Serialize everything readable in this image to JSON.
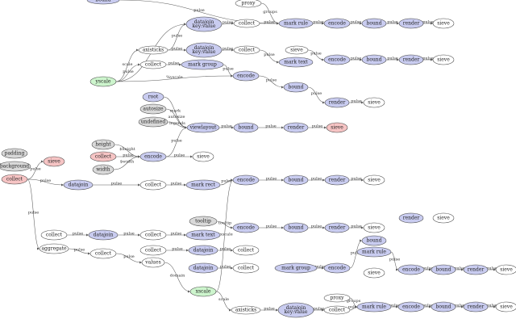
{
  "colors": {
    "background": "#ffffff",
    "edge": "#5a5a5a",
    "blue": "#c9ccf0",
    "gray": "#d9d9d9",
    "green": "#cdf5cd",
    "red": "#f6c4c4",
    "white": "#ffffff"
  },
  "nodes": [
    {
      "id": "n_top_bound",
      "label": "bound",
      "style": "blue"
    },
    {
      "id": "n_proxy_top",
      "label": "proxy",
      "style": "white"
    },
    {
      "id": "n_dataj_a",
      "label": "datajoin\nkey:value",
      "style": "blue"
    },
    {
      "id": "n_collect_a",
      "label": "collect",
      "style": "white"
    },
    {
      "id": "n_markrule_a",
      "label": "mark rule",
      "style": "blue"
    },
    {
      "id": "n_encode_a",
      "label": "encode",
      "style": "blue"
    },
    {
      "id": "n_bound_a",
      "label": "bound",
      "style": "blue"
    },
    {
      "id": "n_render_a",
      "label": "render",
      "style": "blue"
    },
    {
      "id": "n_sieve_a",
      "label": "sieve",
      "style": "white"
    },
    {
      "id": "n_axisticks_a",
      "label": "axisticks",
      "style": "white"
    },
    {
      "id": "n_dataj_b",
      "label": "datajoin\nkey:value",
      "style": "blue"
    },
    {
      "id": "n_collect_b",
      "label": "collect",
      "style": "white"
    },
    {
      "id": "n_sieve_b",
      "label": "sieve",
      "style": "white"
    },
    {
      "id": "n_encode_b",
      "label": "encode",
      "style": "blue"
    },
    {
      "id": "n_bound_b",
      "label": "bound",
      "style": "blue"
    },
    {
      "id": "n_render_b",
      "label": "render",
      "style": "blue"
    },
    {
      "id": "n_sieve_c",
      "label": "sieve",
      "style": "white"
    },
    {
      "id": "n_collect_c",
      "label": "collect",
      "style": "white"
    },
    {
      "id": "n_markgroup_a",
      "label": "mark group",
      "style": "blue"
    },
    {
      "id": "n_marktext_a",
      "label": "mark text",
      "style": "blue"
    },
    {
      "id": "n_yscale",
      "label": "yscale",
      "style": "green"
    },
    {
      "id": "n_encode_c",
      "label": "encode",
      "style": "blue"
    },
    {
      "id": "n_bound_c",
      "label": "bound",
      "style": "blue"
    },
    {
      "id": "n_render_c",
      "label": "render",
      "style": "blue"
    },
    {
      "id": "n_sieve_d",
      "label": "sieve",
      "style": "white"
    },
    {
      "id": "n_root",
      "label": "root",
      "style": "blue"
    },
    {
      "id": "n_autosize",
      "label": "autosize",
      "style": "gray"
    },
    {
      "id": "n_undefined",
      "label": "undefined",
      "style": "gray"
    },
    {
      "id": "n_viewlayout",
      "label": "viewlayout",
      "style": "blue"
    },
    {
      "id": "n_bound_d",
      "label": "bound",
      "style": "blue"
    },
    {
      "id": "n_render_d",
      "label": "render",
      "style": "blue"
    },
    {
      "id": "n_sieve_red1",
      "label": "sieve",
      "style": "red"
    },
    {
      "id": "n_padding",
      "label": "padding",
      "style": "gray"
    },
    {
      "id": "n_background",
      "label": "background",
      "style": "gray"
    },
    {
      "id": "n_sieve_red2",
      "label": "sieve",
      "style": "red"
    },
    {
      "id": "n_height",
      "label": "height",
      "style": "gray"
    },
    {
      "id": "n_collect_red",
      "label": "collect",
      "style": "red"
    },
    {
      "id": "n_collect_red_main",
      "label": "collect",
      "style": "red"
    },
    {
      "id": "n_width",
      "label": "width",
      "style": "gray"
    },
    {
      "id": "n_encode_d",
      "label": "encode",
      "style": "blue"
    },
    {
      "id": "n_sieve_e",
      "label": "sieve",
      "style": "white"
    },
    {
      "id": "n_datajoin_c",
      "label": "datajoin",
      "style": "blue"
    },
    {
      "id": "n_collect_d",
      "label": "collect",
      "style": "white"
    },
    {
      "id": "n_markrect",
      "label": "mark rect",
      "style": "blue"
    },
    {
      "id": "n_encode_e",
      "label": "encode",
      "style": "blue"
    },
    {
      "id": "n_bound_e",
      "label": "bound",
      "style": "blue"
    },
    {
      "id": "n_render_e",
      "label": "render",
      "style": "blue"
    },
    {
      "id": "n_sieve_f",
      "label": "sieve",
      "style": "white"
    },
    {
      "id": "n_render_f",
      "label": "render",
      "style": "blue"
    },
    {
      "id": "n_sieve_g",
      "label": "sieve",
      "style": "white"
    },
    {
      "id": "n_tooltip",
      "label": "tooltip",
      "style": "gray"
    },
    {
      "id": "n_encode_f",
      "label": "encode",
      "style": "blue"
    },
    {
      "id": "n_bound_f",
      "label": "bound",
      "style": "blue"
    },
    {
      "id": "n_render_g",
      "label": "render",
      "style": "blue"
    },
    {
      "id": "n_sieve_h",
      "label": "sieve",
      "style": "white"
    },
    {
      "id": "n_collect_e",
      "label": "collect",
      "style": "white"
    },
    {
      "id": "n_datajoin_d",
      "label": "datajoin",
      "style": "blue"
    },
    {
      "id": "n_collect_f",
      "label": "collect",
      "style": "white"
    },
    {
      "id": "n_marktext_b",
      "label": "mark text",
      "style": "blue"
    },
    {
      "id": "n_aggregate",
      "label": "aggregate",
      "style": "white"
    },
    {
      "id": "n_collect_g",
      "label": "collect",
      "style": "white"
    },
    {
      "id": "n_collect_h",
      "label": "collect",
      "style": "white"
    },
    {
      "id": "n_datajoin_e",
      "label": "datajoin",
      "style": "blue"
    },
    {
      "id": "n_collect_i",
      "label": "collect",
      "style": "white"
    },
    {
      "id": "n_values",
      "label": "values",
      "style": "white"
    },
    {
      "id": "n_datajoin_f",
      "label": "datajoin",
      "style": "blue"
    },
    {
      "id": "n_collect_j",
      "label": "collect",
      "style": "white"
    },
    {
      "id": "n_collect_k",
      "label": "collect",
      "style": "white"
    },
    {
      "id": "n_markgroup_b",
      "label": "mark group",
      "style": "blue"
    },
    {
      "id": "n_encode_g",
      "label": "encode",
      "style": "blue"
    },
    {
      "id": "n_bound_g",
      "label": "bound",
      "style": "blue"
    },
    {
      "id": "n_markrule_b",
      "label": "mark rule",
      "style": "blue"
    },
    {
      "id": "n_encode_h",
      "label": "encode",
      "style": "blue"
    },
    {
      "id": "n_bound_h",
      "label": "bound",
      "style": "blue"
    },
    {
      "id": "n_render_h",
      "label": "render",
      "style": "blue"
    },
    {
      "id": "n_sieve_i",
      "label": "sieve",
      "style": "white"
    },
    {
      "id": "n_render_i",
      "label": "render",
      "style": "blue"
    },
    {
      "id": "n_sieve_j",
      "label": "sieve",
      "style": "white"
    },
    {
      "id": "n_sieve_k",
      "label": "sieve",
      "style": "white"
    },
    {
      "id": "n_xscale",
      "label": "xscale",
      "style": "green"
    },
    {
      "id": "n_axisticks_b",
      "label": "axisticks",
      "style": "white"
    },
    {
      "id": "n_dataj_g",
      "label": "datajoin\nkey:value",
      "style": "blue"
    },
    {
      "id": "n_collect_l",
      "label": "collect",
      "style": "white"
    },
    {
      "id": "n_proxy_b",
      "label": "proxy",
      "style": "white"
    },
    {
      "id": "n_markrule_c",
      "label": "mark rule",
      "style": "blue"
    },
    {
      "id": "n_encode_i",
      "label": "encode",
      "style": "blue"
    },
    {
      "id": "n_bound_i",
      "label": "bound",
      "style": "blue"
    },
    {
      "id": "n_render_j",
      "label": "render",
      "style": "blue"
    },
    {
      "id": "n_sieve_l",
      "label": "sieve",
      "style": "white"
    }
  ],
  "edges": [
    {
      "from": "n_proxy_top",
      "to": "n_markrule_a",
      "label": "groups"
    },
    {
      "from": "n_collect_a",
      "to": "n_markrule_a",
      "label": "pulse"
    },
    {
      "from": "n_dataj_a",
      "to": "n_collect_a",
      "label": "pulse"
    },
    {
      "from": "n_markrule_a",
      "to": "n_encode_a",
      "label": "pulse"
    },
    {
      "from": "n_encode_a",
      "to": "n_bound_a",
      "label": "pulse"
    },
    {
      "from": "n_bound_a",
      "to": "n_render_a",
      "label": "pulse"
    },
    {
      "from": "n_render_a",
      "to": "n_sieve_a",
      "label": "pulse"
    },
    {
      "from": "n_axisticks_a",
      "to": "n_dataj_a",
      "label": "pulse"
    },
    {
      "from": "n_axisticks_a",
      "to": "n_dataj_b",
      "label": "pulse"
    },
    {
      "from": "n_dataj_b",
      "to": "n_collect_b",
      "label": "pulse"
    },
    {
      "from": "n_collect_b",
      "to": "n_marktext_a",
      "label": "pulse"
    },
    {
      "from": "n_sieve_b",
      "to": "n_encode_b",
      "label": "pulse"
    },
    {
      "from": "n_encode_b",
      "to": "n_bound_b",
      "label": "pulse"
    },
    {
      "from": "n_bound_b",
      "to": "n_render_b",
      "label": "pulse"
    },
    {
      "from": "n_render_b",
      "to": "n_sieve_c",
      "label": "pulse"
    },
    {
      "from": "n_collect_c",
      "to": "n_markgroup_a",
      "label": "pulse"
    },
    {
      "from": "n_markgroup_a",
      "to": "n_encode_c",
      "label": "pulse"
    },
    {
      "from": "n_encode_c",
      "to": "n_bound_c",
      "label": "pulse"
    },
    {
      "from": "n_bound_c",
      "to": "n_render_c",
      "label": "pulse"
    },
    {
      "from": "n_render_c",
      "to": "n_sieve_d",
      "label": "pulse"
    },
    {
      "from": "n_yscale",
      "to": "n_axisticks_a",
      "label": "scale"
    },
    {
      "from": "n_yscale",
      "to": "n_encode_c",
      "label": "%yscale"
    },
    {
      "from": "n_yscale",
      "to": "n_collect_c",
      "label": "pulse"
    },
    {
      "from": "n_yscale",
      "to": "n_dataj_a",
      "label": "pulse"
    },
    {
      "from": "n_root",
      "to": "n_viewlayout",
      "label": "mark"
    },
    {
      "from": "n_autosize",
      "to": "n_viewlayout",
      "label": "autosize"
    },
    {
      "from": "n_undefined",
      "to": "n_viewlayout",
      "label": "legends"
    },
    {
      "from": "n_viewlayout",
      "to": "n_bound_d",
      "label": "pulse"
    },
    {
      "from": "n_bound_d",
      "to": "n_render_d",
      "label": "pulse"
    },
    {
      "from": "n_render_d",
      "to": "n_sieve_red1",
      "label": "pulse"
    },
    {
      "from": "n_collect_red_main",
      "to": "n_sieve_red2",
      "label": "pulse"
    },
    {
      "from": "n_collect_red_main",
      "to": "n_datajoin_c",
      "label": "pulse"
    },
    {
      "from": "n_collect_red",
      "to": "n_encode_d",
      "label": "pulse"
    },
    {
      "from": "n_height",
      "to": "n_encode_d",
      "label": "$height"
    },
    {
      "from": "n_width",
      "to": "n_encode_d",
      "label": "$width"
    },
    {
      "from": "n_encode_d",
      "to": "n_viewlayout",
      "label": "pulse"
    },
    {
      "from": "n_encode_d",
      "to": "n_sieve_e",
      "label": "pulse"
    },
    {
      "from": "n_datajoin_c",
      "to": "n_collect_d",
      "label": "pulse"
    },
    {
      "from": "n_collect_d",
      "to": "n_markrect",
      "label": "pulse"
    },
    {
      "from": "n_markrect",
      "to": "n_encode_e",
      "label": "pulse"
    },
    {
      "from": "n_encode_e",
      "to": "n_bound_e",
      "label": "pulse"
    },
    {
      "from": "n_bound_e",
      "to": "n_render_e",
      "label": "pulse"
    },
    {
      "from": "n_render_e",
      "to": "n_sieve_f",
      "label": "pulse"
    },
    {
      "from": "n_tooltip",
      "to": "n_encode_f",
      "label": "tooltip"
    },
    {
      "from": "n_encode_f",
      "to": "n_bound_f",
      "label": "pulse"
    },
    {
      "from": "n_bound_f",
      "to": "n_render_g",
      "label": "pulse"
    },
    {
      "from": "n_render_g",
      "to": "n_sieve_h",
      "label": "pulse"
    },
    {
      "from": "n_collect_e",
      "to": "n_datajoin_d",
      "label": "pulse"
    },
    {
      "from": "n_datajoin_d",
      "to": "n_collect_f",
      "label": "pulse"
    },
    {
      "from": "n_collect_f",
      "to": "n_marktext_b",
      "label": "pulse"
    },
    {
      "from": "n_collect_red_main",
      "to": "n_aggregate",
      "label": "pulse"
    },
    {
      "from": "n_aggregate",
      "to": "n_collect_g",
      "label": "pulse"
    },
    {
      "from": "n_collect_g",
      "to": "n_values",
      "label": "pulse"
    },
    {
      "from": "n_values",
      "to": "n_xscale",
      "label": "domain"
    },
    {
      "from": "n_collect_h",
      "to": "n_datajoin_e",
      "label": "pulse"
    },
    {
      "from": "n_datajoin_e",
      "to": "n_collect_i",
      "label": "pulse"
    },
    {
      "from": "n_datajoin_f",
      "to": "n_collect_j",
      "label": "pulse"
    },
    {
      "from": "n_collect_k",
      "to": "n_markgroup_b",
      "label": "pulse"
    },
    {
      "from": "n_markgroup_b",
      "to": "n_encode_g",
      "label": "pulse"
    },
    {
      "from": "n_encode_g",
      "to": "n_bound_g",
      "label": "pulse"
    },
    {
      "from": "n_markrule_b",
      "to": "n_encode_h",
      "label": "pulse"
    },
    {
      "from": "n_encode_h",
      "to": "n_bound_h",
      "label": "pulse"
    },
    {
      "from": "n_bound_h",
      "to": "n_render_h",
      "label": "pulse"
    },
    {
      "from": "n_render_h",
      "to": "n_sieve_i",
      "label": "pulse"
    },
    {
      "from": "n_xscale",
      "to": "n_axisticks_b",
      "label": "scale"
    },
    {
      "from": "n_axisticks_b",
      "to": "n_dataj_g",
      "label": "pulse"
    },
    {
      "from": "n_dataj_g",
      "to": "n_collect_l",
      "label": "pulse"
    },
    {
      "from": "n_collect_l",
      "to": "n_markrule_c",
      "label": "pulse"
    },
    {
      "from": "n_proxy_b",
      "to": "n_markrule_c",
      "label": "groups"
    },
    {
      "from": "n_markrule_c",
      "to": "n_encode_i",
      "label": "pulse"
    },
    {
      "from": "n_encode_i",
      "to": "n_bound_i",
      "label": "pulse"
    },
    {
      "from": "n_bound_i",
      "to": "n_render_j",
      "label": "pulse"
    },
    {
      "from": "n_render_j",
      "to": "n_sieve_l",
      "label": "pulse"
    },
    {
      "from": "n_bound_g",
      "to": "n_render_i",
      "label": "pulse"
    },
    {
      "from": "n_render_i",
      "to": "n_sieve_j",
      "label": "pulse"
    },
    {
      "from": "n_xscale",
      "to": "n_encode_e",
      "label": "%xscale"
    },
    {
      "from": "n_top_bound",
      "to": "n_markrule_a",
      "label": "pulse"
    }
  ]
}
